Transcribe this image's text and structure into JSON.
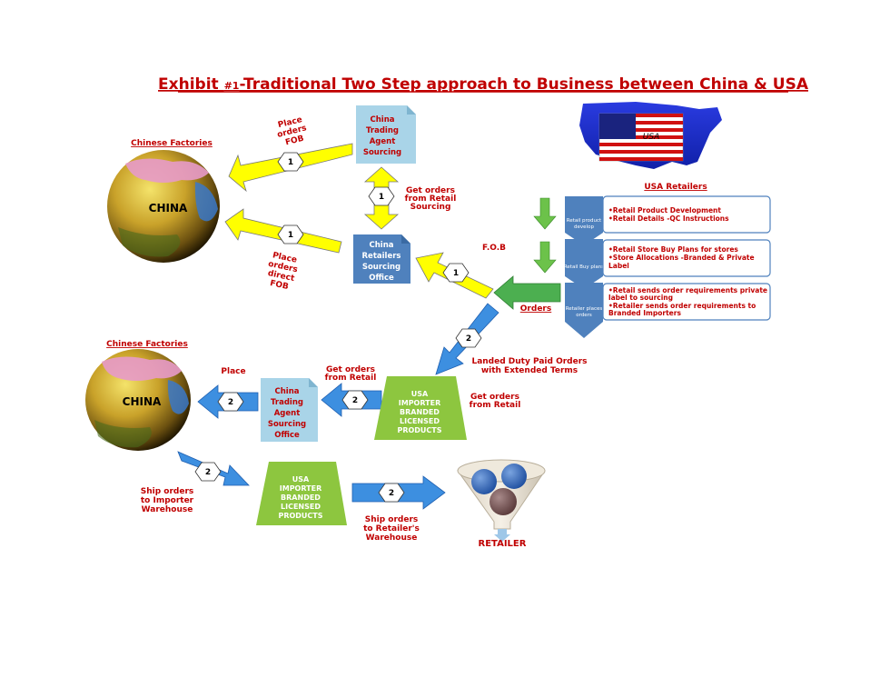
{
  "title": "Exhibit #1-Traditional Two Step approach to Business between China & USA",
  "title_parts": {
    "prefix": "Exhibit ",
    "hash": "#1",
    "suffix": "-Traditional Two Step approach to Business between China & USA"
  },
  "colors": {
    "red": "#c00000",
    "yellow": "#ffff00",
    "blue": "#3d8fe0",
    "light_blue": "#a9d4e8",
    "steel_blue": "#4f81bd",
    "green": "#8dc63f"
  },
  "top_section": {
    "chinese_factories": "Chinese Factories",
    "globe_label": "CHINA",
    "china_trading_agent": [
      "China",
      "Trading",
      "Agent",
      "Sourcing"
    ],
    "china_retailers_office": [
      "China",
      "Retailers",
      "Sourcing",
      "Office"
    ],
    "place_orders_fob": [
      "Place",
      "orders",
      "FOB"
    ],
    "place_orders_direct_fob": [
      "Place",
      "orders",
      "direct",
      "FOB"
    ],
    "get_orders_retail_sourcing": [
      "Get orders",
      "from Retail",
      "Sourcing"
    ],
    "fob": "F.O.B",
    "orders": "Orders",
    "step": "1"
  },
  "usa_retailers": {
    "map_label": "USA",
    "heading": "USA Retailers",
    "steps": [
      {
        "label": [
          "Retail  product",
          "develop"
        ],
        "bullets": [
          "•Retail Product Development",
          "•Retail  Details -QC Instructions"
        ]
      },
      {
        "label": [
          "Retail Buy plans"
        ],
        "bullets": [
          "•Retail Store Buy Plans for stores",
          "•Store Allocations -Branded & Private",
          " Label"
        ]
      },
      {
        "label": [
          "Retailer places",
          "orders"
        ],
        "bullets": [
          "•Retail sends order requirements private",
          " label to sourcing",
          "•Retailer sends order requirements to",
          " Branded Importers"
        ]
      }
    ]
  },
  "bottom_section": {
    "chinese_factories": "Chinese Factories",
    "globe_label": "CHINA",
    "place": "Place",
    "get_orders_retail_1": [
      "Get orders",
      "from Retail"
    ],
    "china_trading_agent_office": [
      "China",
      "Trading",
      "Agent",
      "Sourcing",
      "Office"
    ],
    "importer_1": [
      "USA",
      "IMPORTER",
      "BRANDED",
      "LICENSED",
      "PRODUCTS"
    ],
    "importer_2": [
      "USA",
      "IMPORTER",
      "BRANDED",
      "LICENSED",
      "PRODUCTS"
    ],
    "landed_duty": [
      "Landed Duty Paid Orders",
      "with Extended Terms"
    ],
    "get_orders_retail_2": [
      "Get orders",
      "from Retail"
    ],
    "ship_importer": [
      "Ship orders",
      "to Importer",
      "Warehouse"
    ],
    "ship_retailer": [
      "Ship orders",
      "to Retailer's",
      "Warehouse"
    ],
    "retailer": "RETAILER",
    "step": "2"
  }
}
